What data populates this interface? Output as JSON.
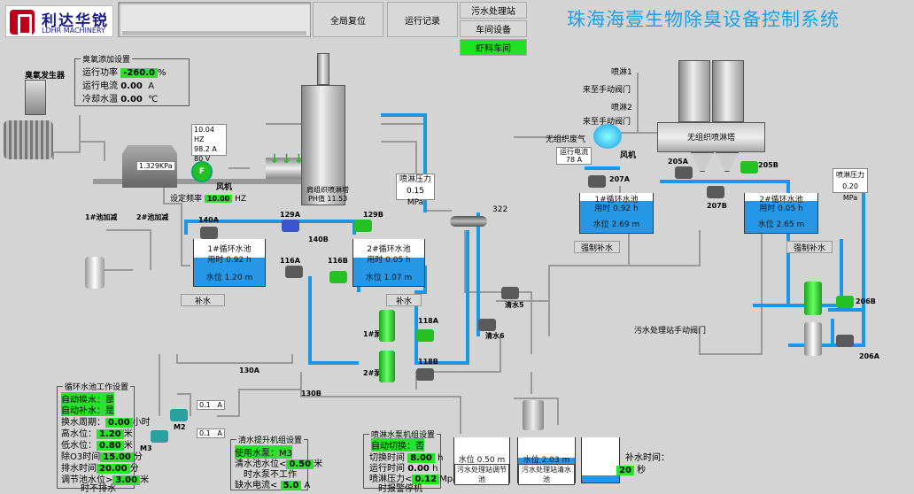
{
  "header": {
    "logo_cn": "利达华锐",
    "logo_en": "LDHR MACHINERY",
    "btn_reset": "全局复位",
    "btn_log": "运行记录",
    "btn_sewage": "污水处理站",
    "btn_workshop": "车间设备",
    "btn_shrimp": "虾料车间",
    "title": "珠海海壹生物除臭设备控制系统"
  },
  "ozone": {
    "panel_title": "臭氧添加设置",
    "gen_label": "臭氧发生器",
    "power_label": "运行功率",
    "power_value": "-260.0",
    "power_unit": "%",
    "current_label": "运行电流",
    "current_value": "0.00",
    "current_unit": "A",
    "water_label": "冷却水温",
    "water_value": "0.00",
    "water_unit": "℃"
  },
  "fan1": {
    "hz": "10.04",
    "hz_unit": "HZ",
    "a": "98.2",
    "a_unit": "A",
    "v": "80",
    "v_unit": "V",
    "label": "风机",
    "freq_label": "设定频率",
    "freq_value": "10.00",
    "freq_unit": "HZ",
    "pressure": "1.329",
    "pressure_unit": "KPa"
  },
  "tower1": {
    "label": "肩组织喷淋塔",
    "ph_label": "PH值",
    "ph_value": "11.53"
  },
  "spray1": {
    "label": "喷淋压力",
    "value": "0.15",
    "unit": "MPa"
  },
  "tank1": {
    "name": "1#循环水池",
    "time_label": "用时",
    "time_value": "0.92",
    "time_unit": "h",
    "level_label": "水位",
    "level_value": "1.20",
    "level_unit": "m"
  },
  "tank2": {
    "name": "2#循环水池",
    "time_label": "用时",
    "time_value": "0.05",
    "time_unit": "h",
    "level_label": "水位",
    "level_value": "1.07",
    "level_unit": "m"
  },
  "refill1": "补水",
  "refill2": "补水",
  "valves_left": {
    "v140a": "140A",
    "v140b": "140B",
    "v129a": "129A",
    "v129b": "129B",
    "v116a": "116A",
    "v116b": "116B",
    "v118a": "118A",
    "v118b": "118B",
    "v130a": "130A",
    "v130b": "130B",
    "v322": "322",
    "pump1": "1#泵",
    "pump2": "2#泵",
    "m2": "M2",
    "m3": "M3",
    "add1": "1#池加减",
    "add2": "2#池加减"
  },
  "m_vals": {
    "m2a": "0.1",
    "m2a_u": "A",
    "m3a": "0.1",
    "m3a_u": "A"
  },
  "cycle": {
    "title": "循环水池工作设置",
    "auto_swap": "自动换水：",
    "auto_swap_v": "是",
    "auto_refill": "自动补水：",
    "auto_refill_v": "是",
    "period_label": "换水周期：",
    "period_value": "0.00",
    "period_unit": "小时",
    "high_label": "高水位：",
    "high_value": "1.20",
    "high_unit": "米",
    "low_label": "低水位：",
    "low_value": "0.80",
    "low_unit": "米",
    "o3_label": "除O3时间",
    "o3_value": "15.00",
    "o3_unit": "分",
    "drain_label": "排水时间",
    "drain_value": "20.00",
    "drain_unit": "分",
    "adj_label": "调节池水位>",
    "adj_value": "3.00",
    "adj_unit": "米",
    "no_drain": "时不排水"
  },
  "lift": {
    "title": "清水提升机组设置",
    "use_label": "使用水泵：",
    "use_value": "M3",
    "level_label": "清水池水位<",
    "level_value": "0.50",
    "level_unit": "米",
    "stop_label": "时水泵不工作",
    "lack_label": "缺水电流<",
    "lack_value": "5.0",
    "lack_unit": "A"
  },
  "spray_pump": {
    "title": "喷淋水泵机组设置",
    "switch_label": "自动切换：",
    "switch_value": "否",
    "interval_label": "切换时间",
    "interval_value": "8.00",
    "interval_unit": "h",
    "run_label": "运行时间",
    "run_value": "0.00",
    "run_unit": "h",
    "press_label": "喷淋压力<",
    "press_value": "0.12",
    "press_unit": "Mpa",
    "alarm_label": "时报警停机"
  },
  "bottom_tanks": {
    "adj_level_label": "水位",
    "adj_level": "0.50",
    "adj_unit": "m",
    "adj_name": "污水处理站调节池",
    "clean_level_label": "水位",
    "clean_level": "2.03",
    "clean_unit": "m",
    "clean_name": "污水处理站清水池",
    "refill_label": "补水时间：",
    "refill_value": "20",
    "refill_unit": "秒",
    "clean5": "清水5",
    "clean6": "清水6"
  },
  "right": {
    "spray1_label": "喷淋1",
    "spray2_label": "喷淋2",
    "manual1": "来至手动阀门",
    "manual2": "来至手动阀门",
    "exhaust": "无组织废气",
    "fan": "风机",
    "cur_label": "运行电流",
    "cur_value": "78",
    "cur_unit": "A",
    "tower_label": "无组织喷淋塔",
    "v205a": "205A",
    "v205b": "205B",
    "v207a": "207A",
    "v207b": "207B",
    "v206a": "206A",
    "v206b": "206B",
    "sewage_valve": "污水处理站手动阀门",
    "spray_press_label": "喷淋压力",
    "spray_press_value": "0.20",
    "spray_press_unit": "MPa",
    "force1": "强制补水",
    "force2": "强制补水"
  },
  "rtank1": {
    "name": "1#循环水池",
    "time_label": "用时",
    "time_value": "0.92",
    "time_unit": "h",
    "level_label": "水位",
    "level_value": "2.69",
    "level_unit": "m"
  },
  "rtank2": {
    "name": "2#循环水池",
    "time_label": "用时",
    "time_value": "0.05",
    "time_unit": "h",
    "level_label": "水位",
    "level_value": "2.65",
    "level_unit": "m"
  }
}
